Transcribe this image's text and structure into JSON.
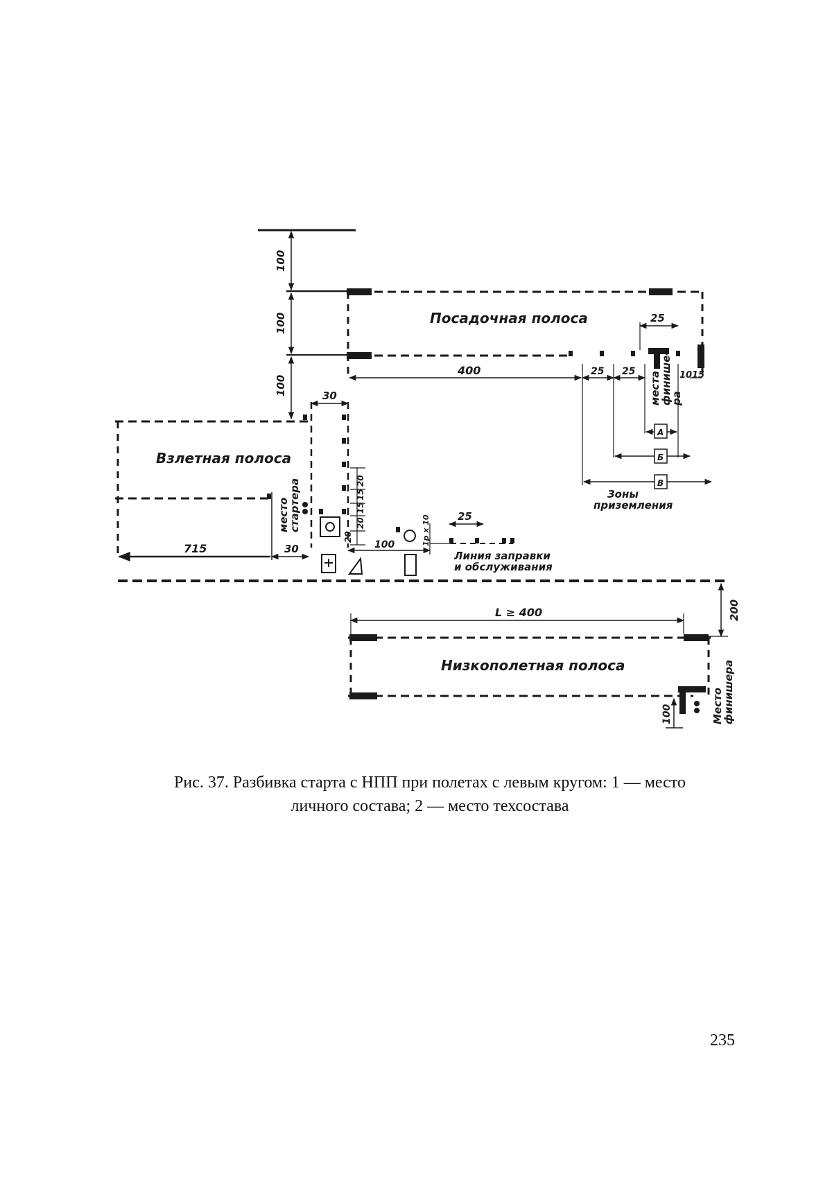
{
  "diagram": {
    "strips": {
      "landing": "Посадочная полоса",
      "takeoff": "Взлетная полоса",
      "low_level": "Низкополетная полоса"
    },
    "labels": {
      "finisher_place_top": [
        "места",
        "финише-",
        "ра"
      ],
      "starter_place": [
        "место",
        "стартера"
      ],
      "touchdown_zones": [
        "Зоны",
        "приземления"
      ],
      "refuel_line": [
        "Линия заправки",
        "и обслуживания"
      ],
      "finisher_place_bottom": [
        "Место",
        "финишера"
      ]
    },
    "zone_markers": [
      "А",
      "Б",
      "В"
    ],
    "dimensions": {
      "top_gap": "100",
      "landing_width": "100",
      "gap_to_takeoff": "100",
      "start_width": "30",
      "landing_length": "400",
      "zone_step_1": "25",
      "zone_step_2": "25",
      "finisher_width": "25",
      "finisher_offset_1": "10",
      "finisher_offset_2": "15",
      "takeoff_length": "715",
      "starter_offset": "30",
      "stack_1": "20",
      "stack_2": "15",
      "stack_3": "15",
      "stack_4": "20",
      "stack_5": "20",
      "service_gap": "100",
      "service_step": "1p x 10",
      "service_width": "25",
      "low_length": "L ≥ 400",
      "low_offset": "200",
      "low_finisher": "100"
    }
  },
  "caption": {
    "line1": "Рис. 37. Разбивка старта с НПП при полетах с левым кругом: 1 — место",
    "line2": "личного состава; 2 — место техсостава"
  },
  "page_number": "235"
}
